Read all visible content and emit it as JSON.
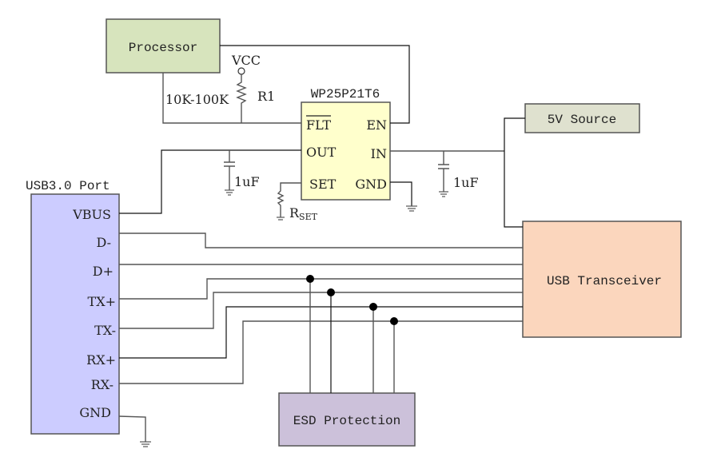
{
  "blocks": {
    "processor": {
      "label": "Processor",
      "fill": "#d7e4bd"
    },
    "source_5v": {
      "label": "5V Source",
      "fill": "#dfe1cf"
    },
    "usb_port": {
      "title": "USB3.0 Port",
      "fill": "#ccccff",
      "pins": [
        "VBUS",
        "D-",
        "D+",
        "TX+",
        "TX-",
        "RX+",
        "RX-",
        "GND"
      ]
    },
    "transceiver": {
      "label": "USB Transceiver",
      "fill": "#fbd6bd"
    },
    "esd": {
      "label": "ESD Protection",
      "fill": "#ccc1da"
    },
    "chip": {
      "name": "WP25P21T6",
      "fill": "#ffffcc",
      "pins_left": [
        "FLT",
        "OUT",
        "SET"
      ],
      "pins_right": [
        "EN",
        "IN",
        "GND"
      ]
    }
  },
  "components": {
    "vcc_label": "VCC",
    "r1_label": "R1",
    "r1_value": "10K-100K",
    "cap_out": "1uF",
    "cap_in": "1uF",
    "rset_main": "R",
    "rset_sub": "SET"
  }
}
